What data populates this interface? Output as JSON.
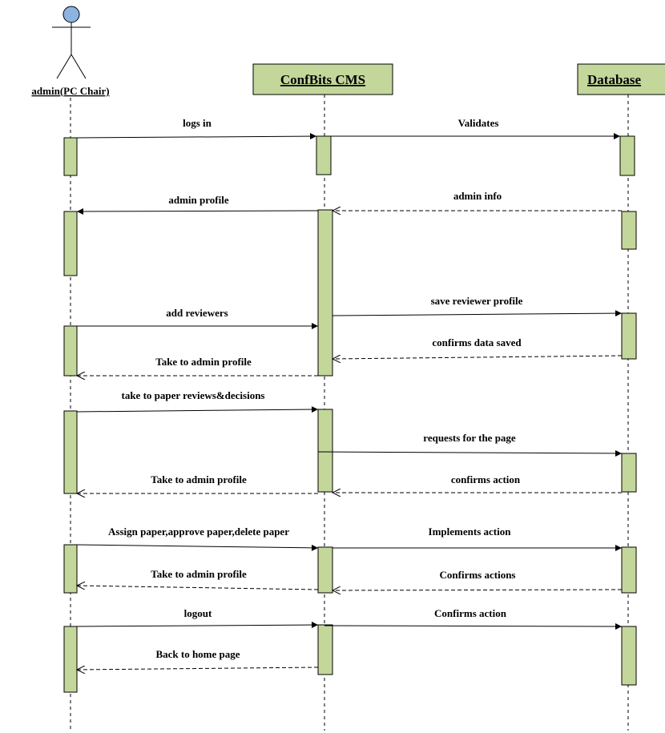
{
  "colors": {
    "activation_fill": "#c4d79b",
    "activation_stroke": "#000000",
    "actor_head": "#8db3e2",
    "line": "#000000"
  },
  "participants": [
    {
      "id": "admin",
      "label": "admin(PC Chair)",
      "kind": "actor"
    },
    {
      "id": "cms",
      "label": "ConfBits CMS",
      "kind": "box"
    },
    {
      "id": "db",
      "label": "Database",
      "kind": "box"
    }
  ],
  "messages": [
    {
      "label": "logs in",
      "from": "admin",
      "to": "cms",
      "style": "solid"
    },
    {
      "label": "Validates",
      "from": "cms",
      "to": "db",
      "style": "solid"
    },
    {
      "label": "admin profile",
      "from": "cms",
      "to": "admin",
      "style": "solid"
    },
    {
      "label": "admin info",
      "from": "db",
      "to": "cms",
      "style": "dashed"
    },
    {
      "label": "add reviewers",
      "from": "admin",
      "to": "cms",
      "style": "solid"
    },
    {
      "label": "save reviewer profile",
      "from": "cms",
      "to": "db",
      "style": "solid"
    },
    {
      "label": "confirms data saved",
      "from": "db",
      "to": "cms",
      "style": "dashed"
    },
    {
      "label": "Take to admin profile",
      "from": "cms",
      "to": "admin",
      "style": "dashed"
    },
    {
      "label": "take to paper reviews&decisions",
      "from": "admin",
      "to": "cms",
      "style": "solid"
    },
    {
      "label": "requests for the page",
      "from": "cms",
      "to": "db",
      "style": "solid"
    },
    {
      "label": "Take to admin profile",
      "from": "cms",
      "to": "admin",
      "style": "dashed"
    },
    {
      "label": "confirms action",
      "from": "db",
      "to": "cms",
      "style": "dashed"
    },
    {
      "label": "Assign paper,approve paper,delete paper",
      "from": "admin",
      "to": "cms",
      "style": "solid"
    },
    {
      "label": "Implements action",
      "from": "cms",
      "to": "db",
      "style": "solid"
    },
    {
      "label": "Take to admin profile",
      "from": "cms",
      "to": "admin",
      "style": "dashed"
    },
    {
      "label": "Confirms actions",
      "from": "db",
      "to": "cms",
      "style": "dashed"
    },
    {
      "label": "logout",
      "from": "admin",
      "to": "cms",
      "style": "solid"
    },
    {
      "label": "Confirms action",
      "from": "cms",
      "to": "db",
      "style": "solid"
    },
    {
      "label": "Back to home page",
      "from": "cms",
      "to": "admin",
      "style": "dashed"
    }
  ]
}
